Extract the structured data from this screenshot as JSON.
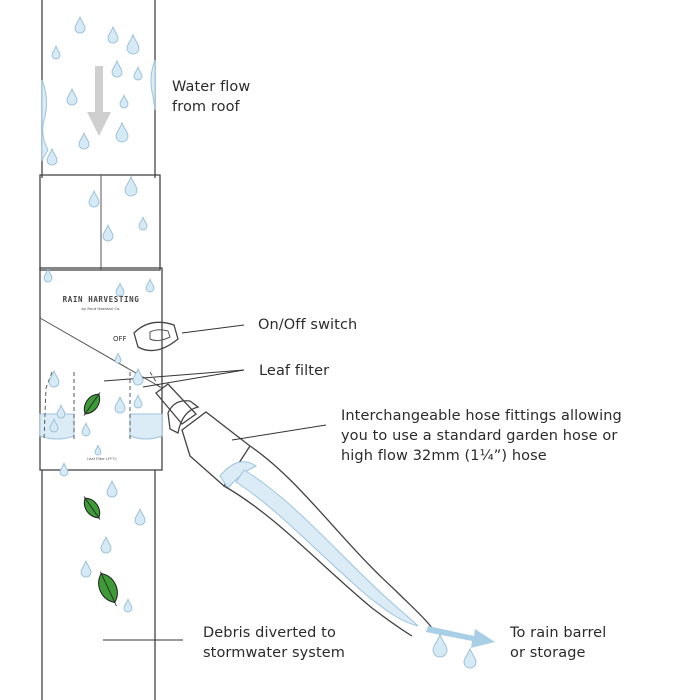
{
  "labels": {
    "water_flow": [
      "Water flow",
      "from roof"
    ],
    "on_off": "On/Off switch",
    "leaf_filter": "Leaf filter",
    "hose_fittings": [
      "Interchangeable hose fittings allowing",
      "you to use a standard garden hose or",
      "high flow 32mm (1¼”) hose"
    ],
    "debris": [
      "Debris diverted to",
      "stormwater system"
    ],
    "rain_barrel": [
      "To rain barrel",
      "or storage"
    ]
  },
  "device": {
    "brand_title": "RAIN HARVESTING",
    "brand_subtitle": "by Ruut Heshtan Co.",
    "switch_text": "OFF",
    "footer_text": "Leaf Filter LFF72"
  },
  "colors": {
    "water": "#dcecf7",
    "leaf": "#3f9a38",
    "arrow": "#a9cfe6"
  }
}
